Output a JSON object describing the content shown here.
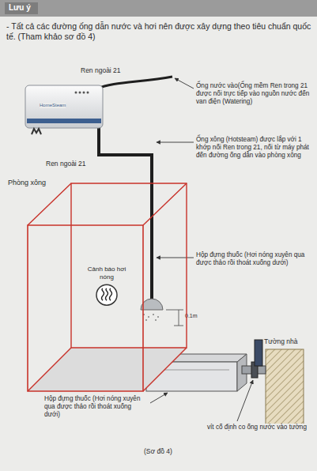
{
  "diagram": {
    "title": "Lưu ý",
    "caption": "(Sơ đồ 4)",
    "nodes": [
      {
        "text": [
          "Phòng xông"
        ]
      },
      {
        "text": [
          "Cảnh báo hơi nóng"
        ],
        "in": 0
      }
    ],
    "labels": [
      "- Tất cả các đường ống dẫn nước và hơi nên được xây dựng theo tiêu chuẩn quốc tế. (Tham khảo sơ đồ 4)",
      "Ren ngoài 21",
      "Ống nước vào(Ống mềm Ren trong 21 được nối trực tiếp vào nguồn nước đến van điện (Watering)",
      "Ống xông (Hotsteam) được lắp với 1 khớp nối Ren trong 21, nối từ máy phát đến đường ống dẫn vào phòng xông",
      "Ren ngoài 21",
      "Hộp đựng thuốc (Hơi nóng xuyên qua được thảo rồi thoát xuống dưới)",
      "0.1m",
      "Tường nhà",
      "Hộp đựng thuốc (Hơi nóng xuyên qua được thảo rồi thoát xuống dưới)",
      "vít cố định co ống nước vào tường",
      "HomeSteam"
    ]
  }
}
